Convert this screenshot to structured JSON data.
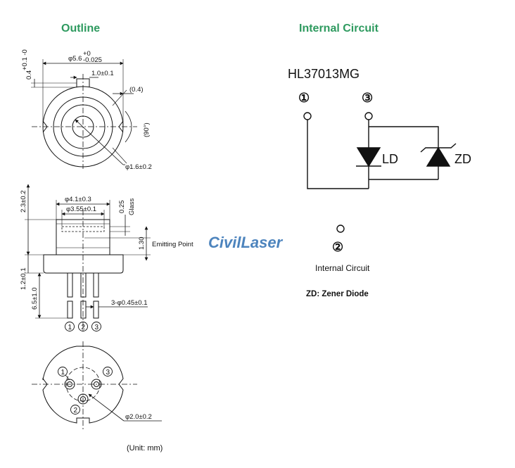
{
  "outline": {
    "title": "Outline",
    "dims": {
      "top_gap": "0.4",
      "top_gap_tol": "+0.1 -0",
      "dia_outer": "φ5.6",
      "dia_outer_tol_plus": "+0",
      "dia_outer_tol_minus": "-0.025",
      "key_width": "1.0±0.1",
      "key_depth": "(0.4)",
      "angle": "(90°)",
      "inner_dia": "φ1.6±0.2",
      "cap_dia": "φ4.1±0.3",
      "window_dia": "φ3.55±0.1",
      "height_total": "2.3±0.2",
      "glass_thk": "0.25",
      "glass_label": "Glass",
      "emit_height": "1.30",
      "emit_label": "Emitting Point",
      "flange_thk": "1.2±0.1",
      "lead_len": "6.5±1.0",
      "lead_dia": "3-φ0.45±0.1",
      "pin_circle": "φ2.0±0.2"
    },
    "pin_labels": [
      "①",
      "②",
      "③"
    ],
    "unit_note": "(Unit: mm)"
  },
  "circuit": {
    "title": "Internal Circuit",
    "model": "HL37013MG",
    "pin1": "①",
    "pin3": "③",
    "pin2": "②",
    "ld_label": "LD",
    "zd_label": "ZD",
    "caption": "Internal Circuit",
    "legend": "ZD: Zener  Diode"
  },
  "watermark": "CivilLaser"
}
